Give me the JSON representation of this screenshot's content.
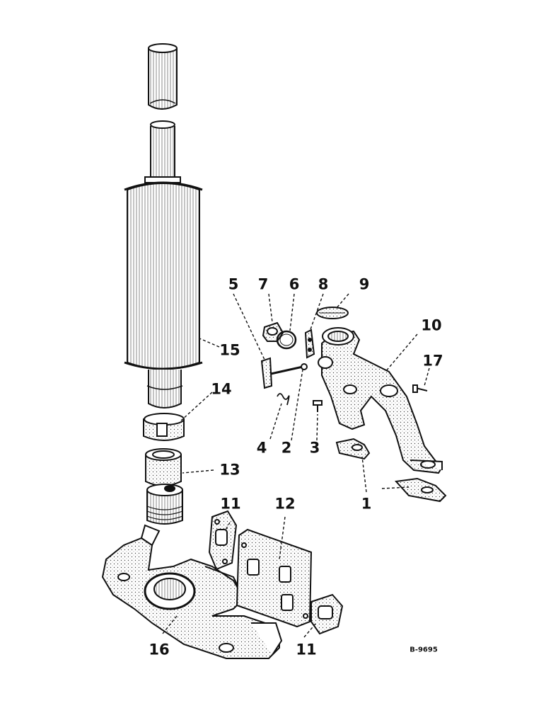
{
  "drawing_code": "B-9695",
  "callouts": [
    "1",
    "2",
    "3",
    "4",
    "5",
    "6",
    "7",
    "8",
    "9",
    "10",
    "11",
    "11",
    "12",
    "13",
    "14",
    "15",
    "16",
    "17"
  ],
  "colors": {
    "ink": "#111111",
    "paper": "#ffffff",
    "shade": "#cfcfcf"
  }
}
